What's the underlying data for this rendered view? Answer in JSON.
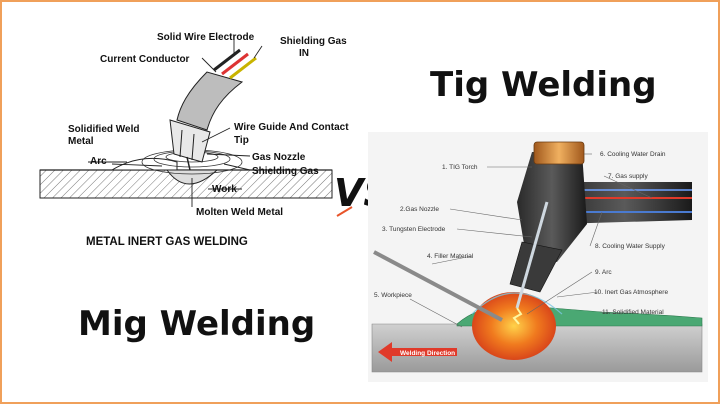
{
  "mig": {
    "title": "Mig Welding",
    "caption": "METAL INERT GAS WELDING",
    "labels": {
      "solid_wire_electrode": "Solid Wire Electrode",
      "shielding_gas_in_1": "Shielding Gas",
      "shielding_gas_in_2": "IN",
      "current_conductor": "Current Conductor",
      "solidified_weld_metal_1": "Solidified Weld",
      "solidified_weld_metal_2": "Metal",
      "wire_guide_1": "Wire Guide And Contact",
      "wire_guide_2": "Tip",
      "gas_nozzle": "Gas Nozzle",
      "arc": "Arc",
      "shielding_gas": "Shielding Gas",
      "work": "Work",
      "molten_weld_metal": "Molten Weld Metal"
    }
  },
  "vs_label": "VS",
  "tig": {
    "title": "Tig Welding",
    "labels": {
      "tig_torch": "1. TIG Torch",
      "gas_nozzle": "2.Gas Nozzle",
      "tungsten_electrode": "3. Tungsten Electrode",
      "filler_material": "4. Filler Material",
      "workpiece": "5. Workpiece",
      "cooling_water_drain": "6. Cooling Water Drain",
      "gas_supply": "7. Gas supply",
      "cooling_water_supply": "8. Cooling Water Supply",
      "arc": "9. Arc",
      "inert_gas_atmosphere": "10. Inert Gas Atmosphere",
      "solidified_material": "11. Solidified Material",
      "welding_direction": "Welding Direction"
    }
  },
  "colors": {
    "border": "#f0a05a",
    "vs_accent": "#e8542a",
    "torch_copper": "#d08a3a",
    "weld_pool": "#f07a1e",
    "solidified_weld": "#4aa873",
    "workpiece": "#b8b8b8",
    "direction_arrow": "#e03a2a",
    "gas_supply_line": "#e03a2a",
    "water_line": "#4a7ad0"
  }
}
